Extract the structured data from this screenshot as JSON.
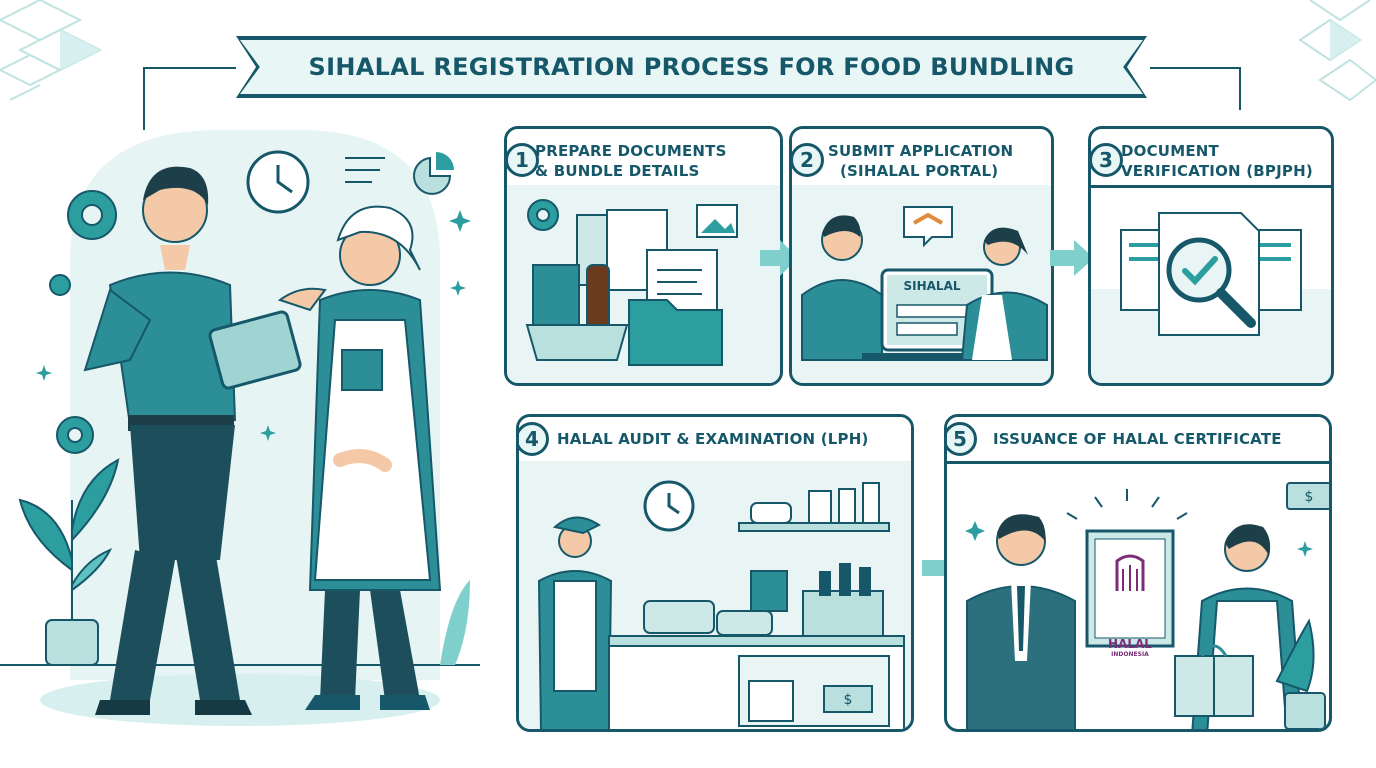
{
  "title": "SIHALAL REGISTRATION PROCESS FOR FOOD BUNDLING",
  "steps": [
    {
      "number": "1",
      "title_line1": "PREPARE DOCUMENTS",
      "title_line2": "& BUNDLE DETAILS"
    },
    {
      "number": "2",
      "title_line1": "SUBMIT APPLICATION",
      "title_line2": "(SIHALAL PORTAL)"
    },
    {
      "number": "3",
      "title_line1": "DOCUMENT",
      "title_line2": "VERIFICATION (BPJPH)"
    },
    {
      "number": "4",
      "title_line1": "HALAL AUDIT & EXAMINATION (LPH)"
    },
    {
      "number": "5",
      "title_line1": "ISSUANCE OF HALAL CERTIFICATE"
    }
  ],
  "screen_label": "SIHALAL",
  "certificate_label": "HALAL",
  "certificate_sublabel": "INDONESIA",
  "colors": {
    "primary": "#16586a",
    "teal": "#2c9ea0",
    "light": "#e8f5f4",
    "halal_purple": "#7b2d7a"
  },
  "icons": [
    "gear-icon",
    "clock-icon",
    "pie-chart-icon",
    "list-icon",
    "handshake-icon",
    "image-icon",
    "magnifier-check-icon",
    "money-icon",
    "sparkle-icon",
    "arrow-right-icon"
  ]
}
